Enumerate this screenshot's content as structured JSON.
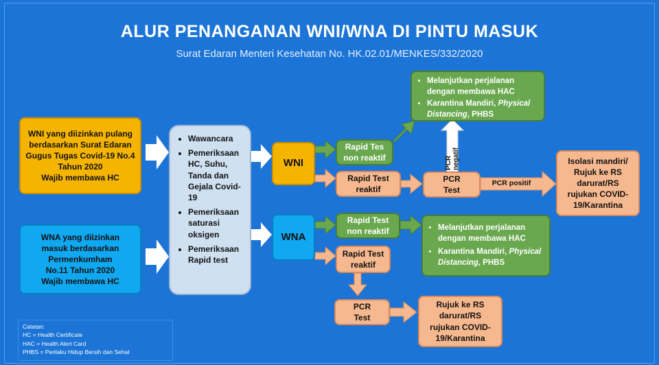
{
  "header": {
    "title": "ALUR PENANGANAN WNI/WNA DI PINTU MASUK",
    "subtitle": "Surat Edaran Menteri Kesehatan No. HK.02.01/MENKES/332/2020"
  },
  "wni_source": [
    "WNI yang diizinkan pulang",
    "berdasarkan Surat Edaran",
    "Gugus Tugas Covid-19 No.4",
    "Tahun 2020",
    "Wajib membawa HC"
  ],
  "wna_source": [
    "WNA yang diizinkan",
    "masuk berdasarkan",
    "Permenkumham",
    "No.11 Tahun 2020",
    "Wajib membawa HC"
  ],
  "screening": [
    "Wawancara",
    "Pemeriksaan HC, Suhu, Tanda dan Gejala Covid-19",
    "Pemeriksaan saturasi oksigen",
    "Pemeriksaan Rapid test"
  ],
  "wni_label": "WNI",
  "wna_label": "WNA",
  "wni_rapid_neg": [
    "Rapid Tes",
    "non reaktif"
  ],
  "wni_rapid_pos": [
    "Rapid Test",
    "reaktif"
  ],
  "wna_rapid_neg": [
    "Rapid Test",
    "non reaktif"
  ],
  "wna_rapid_pos": [
    "Rapid Test",
    "reaktif"
  ],
  "wni_pcr": [
    "PCR",
    "Test"
  ],
  "wna_pcr": [
    "PCR",
    "Test"
  ],
  "pcr_negatif": "PCR negatif",
  "pcr_positif": "PCR positif",
  "wni_continue": {
    "item1": "Melanjutkan perjalanan dengan membawa HAC",
    "item2_a": "Karantina Mandiri, ",
    "item2_b": "Physical Distancing",
    "item2_c": ", PHBS"
  },
  "wna_continue": {
    "item1": "Melanjutkan perjalanan dengan membawa HAC",
    "item2_a": "Karantina Mandiri, ",
    "item2_b": "Physical Distancing",
    "item2_c": ", PHBS"
  },
  "wni_isolation": [
    "Isolasi mandiri/",
    "Rujuk ke RS",
    "darurat/RS",
    "rujukan COVID-",
    "19/Karantina"
  ],
  "wna_refer": [
    "Rujuk ke RS",
    "darurat/RS",
    "rujukan COVID-",
    "19/Karantina"
  ],
  "notes": {
    "heading": "Catatan:",
    "hc": "HC = Health Certificate",
    "hac": "HAC = Health Alert Card",
    "phbs": "PHBS = Perilaku Hidup Bersih dan Sehat"
  },
  "colors": {
    "background": "#1b74d6",
    "yellow": "#f5b400",
    "cyan": "#10a8f0",
    "green": "#6aa84f",
    "peach": "#f6b88f",
    "arrow": "#ffffff"
  }
}
